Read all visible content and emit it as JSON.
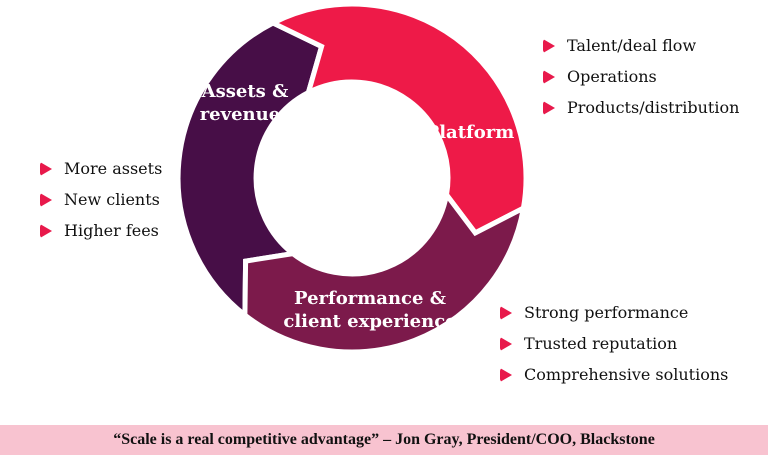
{
  "segments": [
    {
      "label_line1": "Assets &",
      "label_line2": "revenues",
      "color": "#470e47"
    },
    {
      "label_line1": "Platform",
      "label_line2": "",
      "color": "#ee1a48"
    },
    {
      "label_line1": "Performance &",
      "label_line2": "client experience",
      "color": "#7c1a4b"
    }
  ],
  "lists": {
    "platform": [
      "Talent/deal flow",
      "Operations",
      "Products/distribution"
    ],
    "assets": [
      "More assets",
      "New clients",
      "Higher fees"
    ],
    "performance": [
      "Strong performance",
      "Trusted reputation",
      "Comprehensive solutions"
    ]
  },
  "bullet_color": "#e8194b",
  "quote": "“Scale is a real competitive advantage” – Jon Gray, President/COO, Blackstone"
}
